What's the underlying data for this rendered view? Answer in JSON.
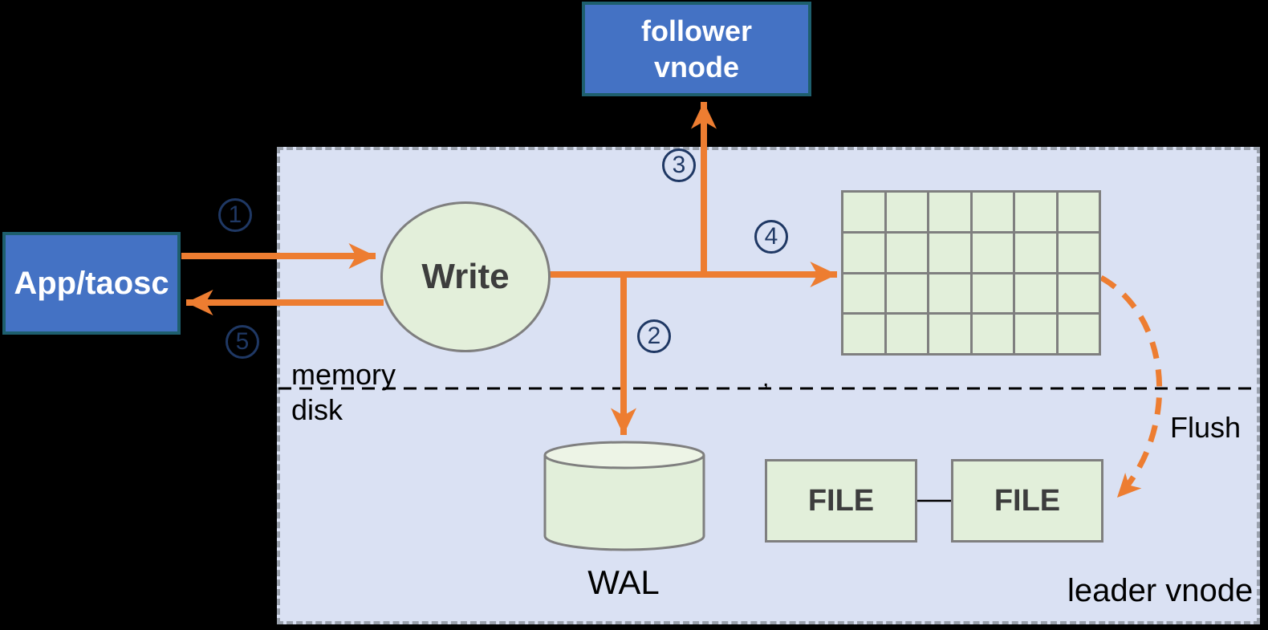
{
  "nodes": {
    "app": {
      "label": "App/taosc"
    },
    "follower_vnode": {
      "line1": "follower",
      "line2": "vnode"
    },
    "write": {
      "label": "Write"
    },
    "wal": {
      "label": "WAL"
    },
    "file_left": {
      "label": "FILE"
    },
    "file_right": {
      "label": "FILE"
    },
    "leader_vnode": {
      "label": "leader vnode"
    }
  },
  "annotations": {
    "memory": "memory",
    "disk": "disk",
    "flush": "Flush",
    "comma_artifact": ","
  },
  "steps": {
    "s1": "1",
    "s2": "2",
    "s3": "3",
    "s4": "4",
    "s5": "5"
  },
  "grid": {
    "rows": 4,
    "cols": 6
  },
  "colors": {
    "background": "#000000",
    "leader_region_fill": "#dae1f3",
    "leader_region_border": "#9aa1ad",
    "node_blue_fill": "#4472c4",
    "node_blue_border": "#1e5f6e",
    "node_green_fill": "#e2efda",
    "cylinder_top_fill": "#edf4e6",
    "shape_gray_border": "#7f7f7f",
    "arrow_orange": "#ed7d31",
    "step_circle_navy": "#1f3864",
    "dark_label_text": "#3d3d3d",
    "black_text": "#000000"
  }
}
